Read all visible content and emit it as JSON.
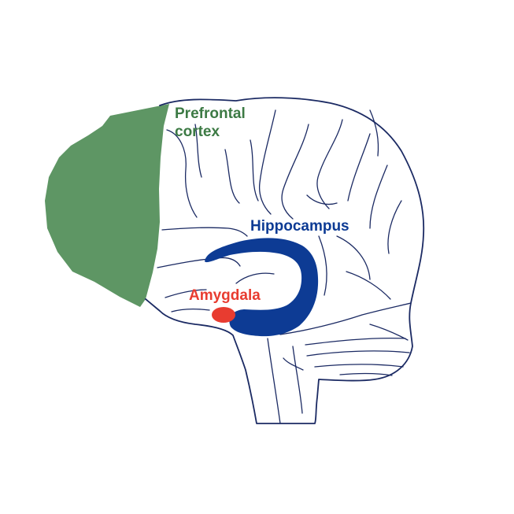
{
  "labels": {
    "prefrontal_cortex": "Prefrontal\ncortex",
    "hippocampus": "Hippocampus",
    "amygdala": "Amygdala"
  },
  "colors": {
    "background": "#ffffff",
    "outline": "#1b2a63",
    "prefrontal_cortex": "#5e9664",
    "prefrontal_label": "#3c7a44",
    "hippocampus": "#0d3b94",
    "amygdala": "#e83c30"
  }
}
